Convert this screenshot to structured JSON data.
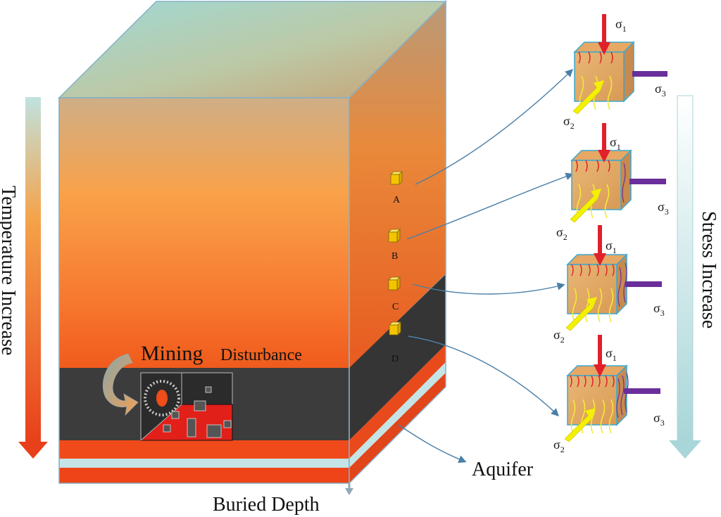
{
  "labels": {
    "temperature_increase": "Temperature Increase",
    "stress_increase": "Stress Increase",
    "buried_depth": "Buried Depth",
    "aquifer": "Aquifer",
    "mining": "Mining",
    "disturbance": "Disturbance"
  },
  "points": [
    {
      "id": "A",
      "label": "A"
    },
    {
      "id": "B",
      "label": "B"
    },
    {
      "id": "C",
      "label": "C"
    },
    {
      "id": "D",
      "label": "D"
    }
  ],
  "stress": {
    "sigma": "σ",
    "s1": "1",
    "s2": "2",
    "s3": "3"
  },
  "colors": {
    "rock_top": "#f7a54a",
    "rock_bottom": "#f0541b",
    "coal_seam": "#3c3c3c",
    "aquifer_layer": "#c4e4e6",
    "sigma1_arrow": "#e0202a",
    "sigma2_arrow": "#f4f100",
    "sigma3_arrow": "#6a2f9a",
    "sample_cube": "#f5c400"
  }
}
